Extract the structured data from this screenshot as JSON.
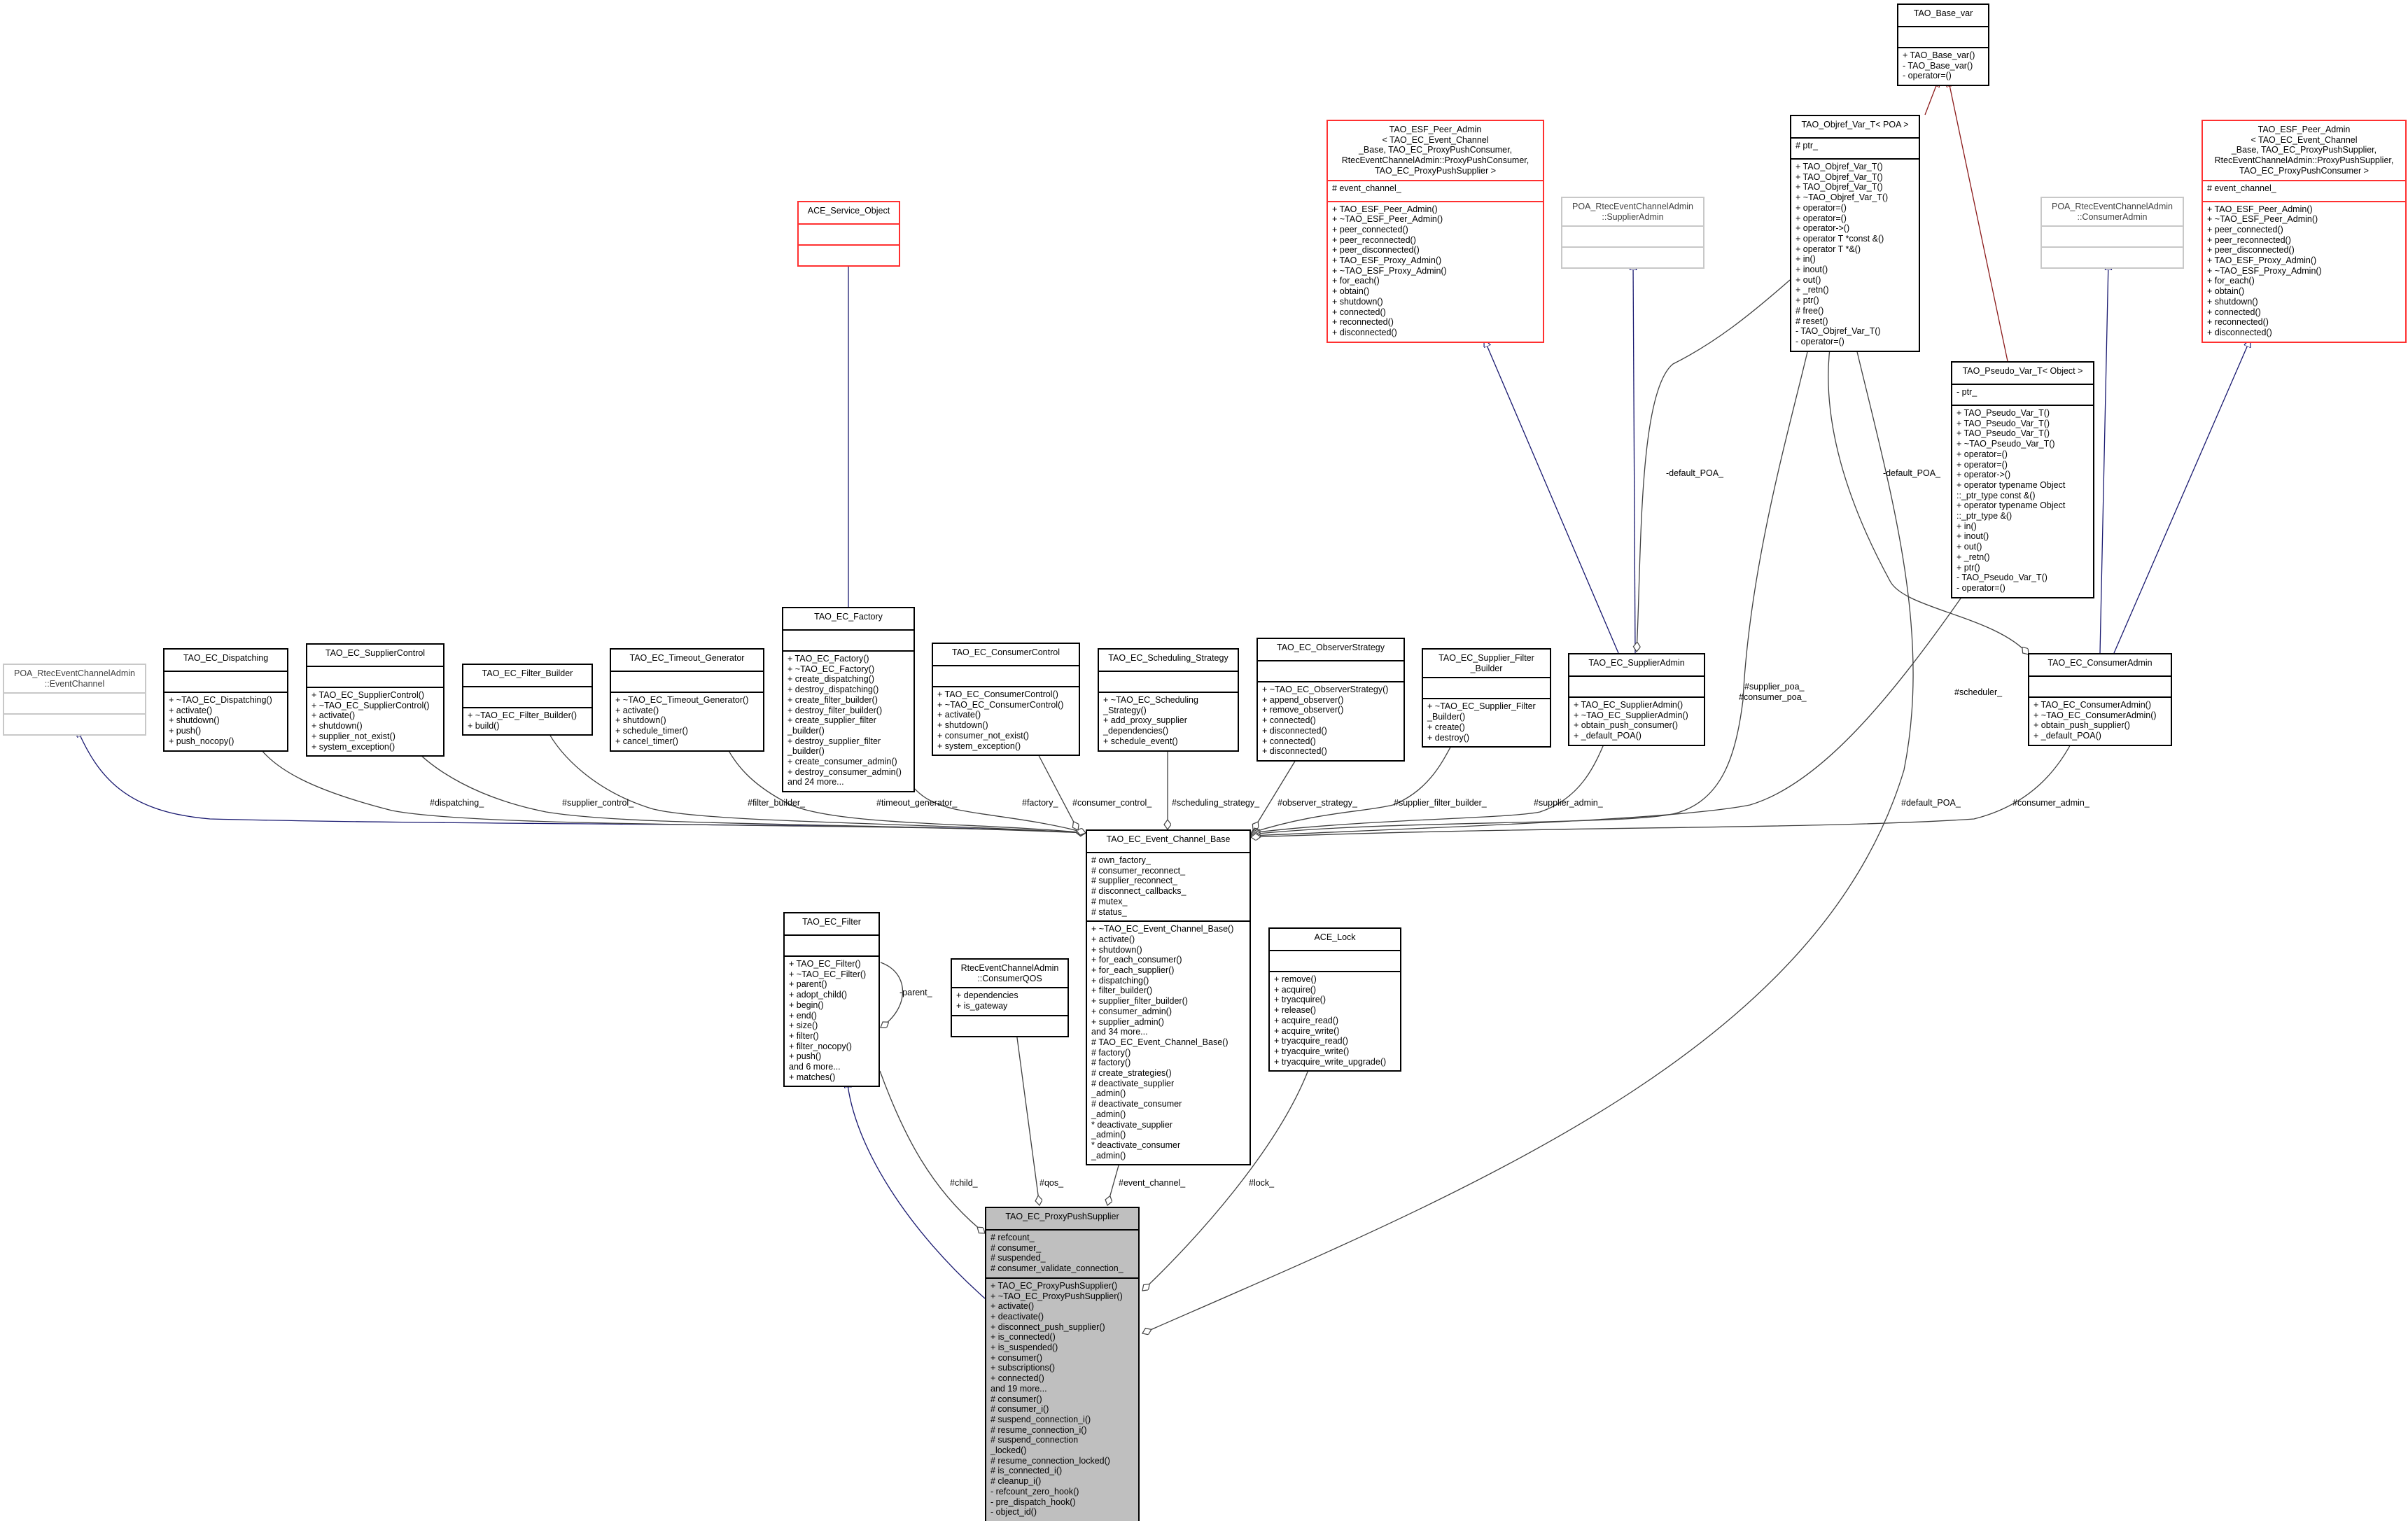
{
  "colors": {
    "inheritance": "#191970",
    "template_inheritance": "#8b1a1a",
    "aggregation": "#404040",
    "truncated_border": "#ff3030",
    "highlight_fill": "#bfbfbf"
  },
  "nodes": [
    {
      "id": "base_var",
      "style": "normal",
      "name": [
        "TAO_Base_var"
      ],
      "attributes": [],
      "methods": [
        "+ TAO_Base_var()",
        "- TAO_Base_var()",
        "- operator=()"
      ]
    },
    {
      "id": "esf_left",
      "style": "red",
      "name": [
        "TAO_ESF_Peer_Admin",
        "< TAO_EC_Event_Channel",
        "_Base, TAO_EC_ProxyPushConsumer,",
        "RtecEventChannelAdmin::ProxyPushConsumer,",
        "TAO_EC_ProxyPushSupplier >"
      ],
      "attributes": [
        "# event_channel_"
      ],
      "methods": [
        "+ TAO_ESF_Peer_Admin()",
        "+ ~TAO_ESF_Peer_Admin()",
        "+ peer_connected()",
        "+ peer_reconnected()",
        "+ peer_disconnected()",
        "+ TAO_ESF_Proxy_Admin()",
        "+ ~TAO_ESF_Proxy_Admin()",
        "+ for_each()",
        "+ obtain()",
        "+ shutdown()",
        "+ connected()",
        "+ reconnected()",
        "+ disconnected()"
      ]
    },
    {
      "id": "poa_supplier_admin",
      "style": "gray",
      "name": [
        "POA_RtecEventChannelAdmin",
        "::SupplierAdmin"
      ],
      "attributes": [],
      "methods": []
    },
    {
      "id": "objref",
      "style": "normal",
      "name": [
        "TAO_Objref_Var_T< POA >"
      ],
      "attributes": [
        "# ptr_"
      ],
      "methods": [
        "+ TAO_Objref_Var_T()",
        "+ TAO_Objref_Var_T()",
        "+ TAO_Objref_Var_T()",
        "+ ~TAO_Objref_Var_T()",
        "+ operator=()",
        "+ operator=()",
        "+ operator->()",
        "+ operator T *const &()",
        "+ operator T *&()",
        "+ in()",
        "+ inout()",
        "+ out()",
        "+ _retn()",
        "+ ptr()",
        "# free()",
        "# reset()",
        "- TAO_Objref_Var_T()",
        "- operator=()"
      ]
    },
    {
      "id": "poa_consumer_admin",
      "style": "gray",
      "name": [
        "POA_RtecEventChannelAdmin",
        "::ConsumerAdmin"
      ],
      "attributes": [],
      "methods": []
    },
    {
      "id": "esf_right",
      "style": "red",
      "name": [
        "TAO_ESF_Peer_Admin",
        "< TAO_EC_Event_Channel",
        "_Base, TAO_EC_ProxyPushSupplier,",
        "RtecEventChannelAdmin::ProxyPushSupplier,",
        "TAO_EC_ProxyPushConsumer >"
      ],
      "attributes": [
        "# event_channel_"
      ],
      "methods": [
        "+ TAO_ESF_Peer_Admin()",
        "+ ~TAO_ESF_Peer_Admin()",
        "+ peer_connected()",
        "+ peer_reconnected()",
        "+ peer_disconnected()",
        "+ TAO_ESF_Proxy_Admin()",
        "+ ~TAO_ESF_Proxy_Admin()",
        "+ for_each()",
        "+ obtain()",
        "+ shutdown()",
        "+ connected()",
        "+ reconnected()",
        "+ disconnected()"
      ]
    },
    {
      "id": "ace_service_object",
      "style": "red",
      "name": [
        "ACE_Service_Object"
      ],
      "attributes": [],
      "methods": []
    },
    {
      "id": "pseudo",
      "style": "normal",
      "name": [
        "TAO_Pseudo_Var_T< Object >"
      ],
      "attributes": [
        "- ptr_"
      ],
      "methods": [
        "+ TAO_Pseudo_Var_T()",
        "+ TAO_Pseudo_Var_T()",
        "+ TAO_Pseudo_Var_T()",
        "+ ~TAO_Pseudo_Var_T()",
        "+ operator=()",
        "+ operator=()",
        "+ operator->()",
        "+ operator typename Object",
        "::_ptr_type const &()",
        "+ operator typename Object",
        "::_ptr_type &()",
        "+ in()",
        "+ inout()",
        "+ out()",
        "+ _retn()",
        "+ ptr()",
        "- TAO_Pseudo_Var_T()",
        "- operator=()"
      ]
    },
    {
      "id": "poa_event_channel",
      "style": "gray",
      "name": [
        "POA_RtecEventChannelAdmin",
        "::EventChannel"
      ],
      "attributes": [],
      "methods": []
    },
    {
      "id": "dispatching",
      "style": "normal",
      "name": [
        "TAO_EC_Dispatching"
      ],
      "attributes": [],
      "methods": [
        "+ ~TAO_EC_Dispatching()",
        "+ activate()",
        "+ shutdown()",
        "+ push()",
        "+ push_nocopy()"
      ]
    },
    {
      "id": "supplier_control",
      "style": "normal",
      "name": [
        "TAO_EC_SupplierControl"
      ],
      "attributes": [],
      "methods": [
        "+ TAO_EC_SupplierControl()",
        "+ ~TAO_EC_SupplierControl()",
        "+ activate()",
        "+ shutdown()",
        "+ supplier_not_exist()",
        "+ system_exception()"
      ]
    },
    {
      "id": "filter_builder",
      "style": "normal",
      "name": [
        "TAO_EC_Filter_Builder"
      ],
      "attributes": [],
      "methods": [
        "+ ~TAO_EC_Filter_Builder()",
        "+ build()"
      ]
    },
    {
      "id": "timeout_generator",
      "style": "normal",
      "name": [
        "TAO_EC_Timeout_Generator"
      ],
      "attributes": [],
      "methods": [
        "+ ~TAO_EC_Timeout_Generator()",
        "+ activate()",
        "+ shutdown()",
        "+ schedule_timer()",
        "+ cancel_timer()"
      ]
    },
    {
      "id": "factory",
      "style": "normal",
      "name": [
        "TAO_EC_Factory"
      ],
      "attributes": [],
      "methods": [
        "+ TAO_EC_Factory()",
        "+ ~TAO_EC_Factory()",
        "+ create_dispatching()",
        "+ destroy_dispatching()",
        "+ create_filter_builder()",
        "+ destroy_filter_builder()",
        "+ create_supplier_filter",
        "_builder()",
        "+ destroy_supplier_filter",
        "_builder()",
        "+ create_consumer_admin()",
        "+ destroy_consumer_admin()",
        "and 24 more..."
      ]
    },
    {
      "id": "consumer_control",
      "style": "normal",
      "name": [
        "TAO_EC_ConsumerControl"
      ],
      "attributes": [],
      "methods": [
        "+ TAO_EC_ConsumerControl()",
        "+ ~TAO_EC_ConsumerControl()",
        "+ activate()",
        "+ shutdown()",
        "+ consumer_not_exist()",
        "+ system_exception()"
      ]
    },
    {
      "id": "scheduling_strategy",
      "style": "normal",
      "name": [
        "TAO_EC_Scheduling_Strategy"
      ],
      "attributes": [],
      "methods": [
        "+ ~TAO_EC_Scheduling",
        "_Strategy()",
        "+ add_proxy_supplier",
        "_dependencies()",
        "+ schedule_event()"
      ]
    },
    {
      "id": "observer_strategy",
      "style": "normal",
      "name": [
        "TAO_EC_ObserverStrategy"
      ],
      "attributes": [],
      "methods": [
        "+ ~TAO_EC_ObserverStrategy()",
        "+ append_observer()",
        "+ remove_observer()",
        "+ connected()",
        "+ disconnected()",
        "+ connected()",
        "+ disconnected()"
      ]
    },
    {
      "id": "supplier_filter_builder",
      "style": "normal",
      "name": [
        "TAO_EC_Supplier_Filter",
        "_Builder"
      ],
      "attributes": [],
      "methods": [
        "+ ~TAO_EC_Supplier_Filter",
        "_Builder()",
        "+ create()",
        "+ destroy()"
      ]
    },
    {
      "id": "supplier_admin",
      "style": "normal",
      "name": [
        "TAO_EC_SupplierAdmin"
      ],
      "attributes": [],
      "methods": [
        "+ TAO_EC_SupplierAdmin()",
        "+ ~TAO_EC_SupplierAdmin()",
        "+ obtain_push_consumer()",
        "+ _default_POA()"
      ]
    },
    {
      "id": "consumer_admin",
      "style": "normal",
      "name": [
        "TAO_EC_ConsumerAdmin"
      ],
      "attributes": [],
      "methods": [
        "+ TAO_EC_ConsumerAdmin()",
        "+ ~TAO_EC_ConsumerAdmin()",
        "+ obtain_push_supplier()",
        "+ _default_POA()"
      ]
    },
    {
      "id": "event_channel_base",
      "style": "normal",
      "name": [
        "TAO_EC_Event_Channel_Base"
      ],
      "attributes": [
        "# own_factory_",
        "# consumer_reconnect_",
        "# supplier_reconnect_",
        "# disconnect_callbacks_",
        "# mutex_",
        "# status_"
      ],
      "methods": [
        "+ ~TAO_EC_Event_Channel_Base()",
        "+ activate()",
        "+ shutdown()",
        "+ for_each_consumer()",
        "+ for_each_supplier()",
        "+ dispatching()",
        "+ filter_builder()",
        "+ supplier_filter_builder()",
        "+ consumer_admin()",
        "+ supplier_admin()",
        "and 34 more...",
        "# TAO_EC_Event_Channel_Base()",
        "# factory()",
        "# factory()",
        "# create_strategies()",
        "# deactivate_supplier",
        "_admin()",
        "# deactivate_consumer",
        "_admin()",
        "* deactivate_supplier",
        "_admin()",
        "* deactivate_consumer",
        "_admin()"
      ]
    },
    {
      "id": "filter",
      "style": "normal",
      "name": [
        "TAO_EC_Filter"
      ],
      "attributes": [],
      "methods": [
        "+ TAO_EC_Filter()",
        "+ ~TAO_EC_Filter()",
        "+ parent()",
        "+ adopt_child()",
        "+ begin()",
        "+ end()",
        "+ size()",
        "+ filter()",
        "+ filter_nocopy()",
        "+ push()",
        "and 6 more...",
        "+ matches()"
      ]
    },
    {
      "id": "consumer_qos",
      "style": "normal",
      "name": [
        "RtecEventChannelAdmin",
        "::ConsumerQOS"
      ],
      "attributes": [
        "+ dependencies",
        "+ is_gateway"
      ],
      "methods": []
    },
    {
      "id": "ace_lock",
      "style": "normal",
      "name": [
        "ACE_Lock"
      ],
      "attributes": [],
      "methods": [
        "+ remove()",
        "+ acquire()",
        "+ tryacquire()",
        "+ release()",
        "+ acquire_read()",
        "+ acquire_write()",
        "+ tryacquire_read()",
        "+ tryacquire_write()",
        "+ tryacquire_write_upgrade()"
      ]
    },
    {
      "id": "proxy_push_supplier",
      "style": "highlight",
      "name": [
        "TAO_EC_ProxyPushSupplier"
      ],
      "attributes": [
        "# refcount_",
        "# consumer_",
        "# suspended_",
        "# consumer_validate_connection_"
      ],
      "methods": [
        "+ TAO_EC_ProxyPushSupplier()",
        "+ ~TAO_EC_ProxyPushSupplier()",
        "+ activate()",
        "+ deactivate()",
        "+ disconnect_push_supplier()",
        "+ is_connected()",
        "+ is_suspended()",
        "+ consumer()",
        "+ subscriptions()",
        "+ connected()",
        "and 19 more...",
        "# consumer()",
        "# consumer_i()",
        "# suspend_connection_i()",
        "# resume_connection_i()",
        "# suspend_connection",
        "_locked()",
        "# resume_connection_locked()",
        "# is_connected_i()",
        "# cleanup_i()",
        "- refcount_zero_hook()",
        "- pre_dispatch_hook()",
        "- object_id()"
      ]
    }
  ],
  "edge_labels": [
    {
      "id": "dispatching",
      "text": "#dispatching_"
    },
    {
      "id": "supplier_control",
      "text": "#supplier_control_"
    },
    {
      "id": "filter_builder",
      "text": "#filter_builder_"
    },
    {
      "id": "timeout_generator",
      "text": "#timeout_generator_"
    },
    {
      "id": "factory",
      "text": "#factory_"
    },
    {
      "id": "consumer_control",
      "text": "#consumer_control_"
    },
    {
      "id": "scheduling_strategy",
      "text": "#scheduling_strategy_"
    },
    {
      "id": "observer_strategy",
      "text": "#observer_strategy_"
    },
    {
      "id": "supplier_filter_builder",
      "text": "#supplier_filter_builder_"
    },
    {
      "id": "supplier_admin",
      "text": "#supplier_admin_"
    },
    {
      "id": "supplier_poa",
      "text": "#supplier_poa_"
    },
    {
      "id": "consumer_poa",
      "text": "#consumer_poa_"
    },
    {
      "id": "scheduler",
      "text": "#scheduler_"
    },
    {
      "id": "default_poa",
      "text": "#default_POA_"
    },
    {
      "id": "consumer_admin",
      "text": "#consumer_admin_"
    },
    {
      "id": "sa_default_poa",
      "text": "-default_POA_"
    },
    {
      "id": "ca_default_poa",
      "text": "-default_POA_"
    },
    {
      "id": "parent",
      "text": "-parent_"
    },
    {
      "id": "child",
      "text": "#child_"
    },
    {
      "id": "qos",
      "text": "#qos_"
    },
    {
      "id": "event_channel",
      "text": "#event_channel_"
    },
    {
      "id": "lock",
      "text": "#lock_"
    }
  ]
}
